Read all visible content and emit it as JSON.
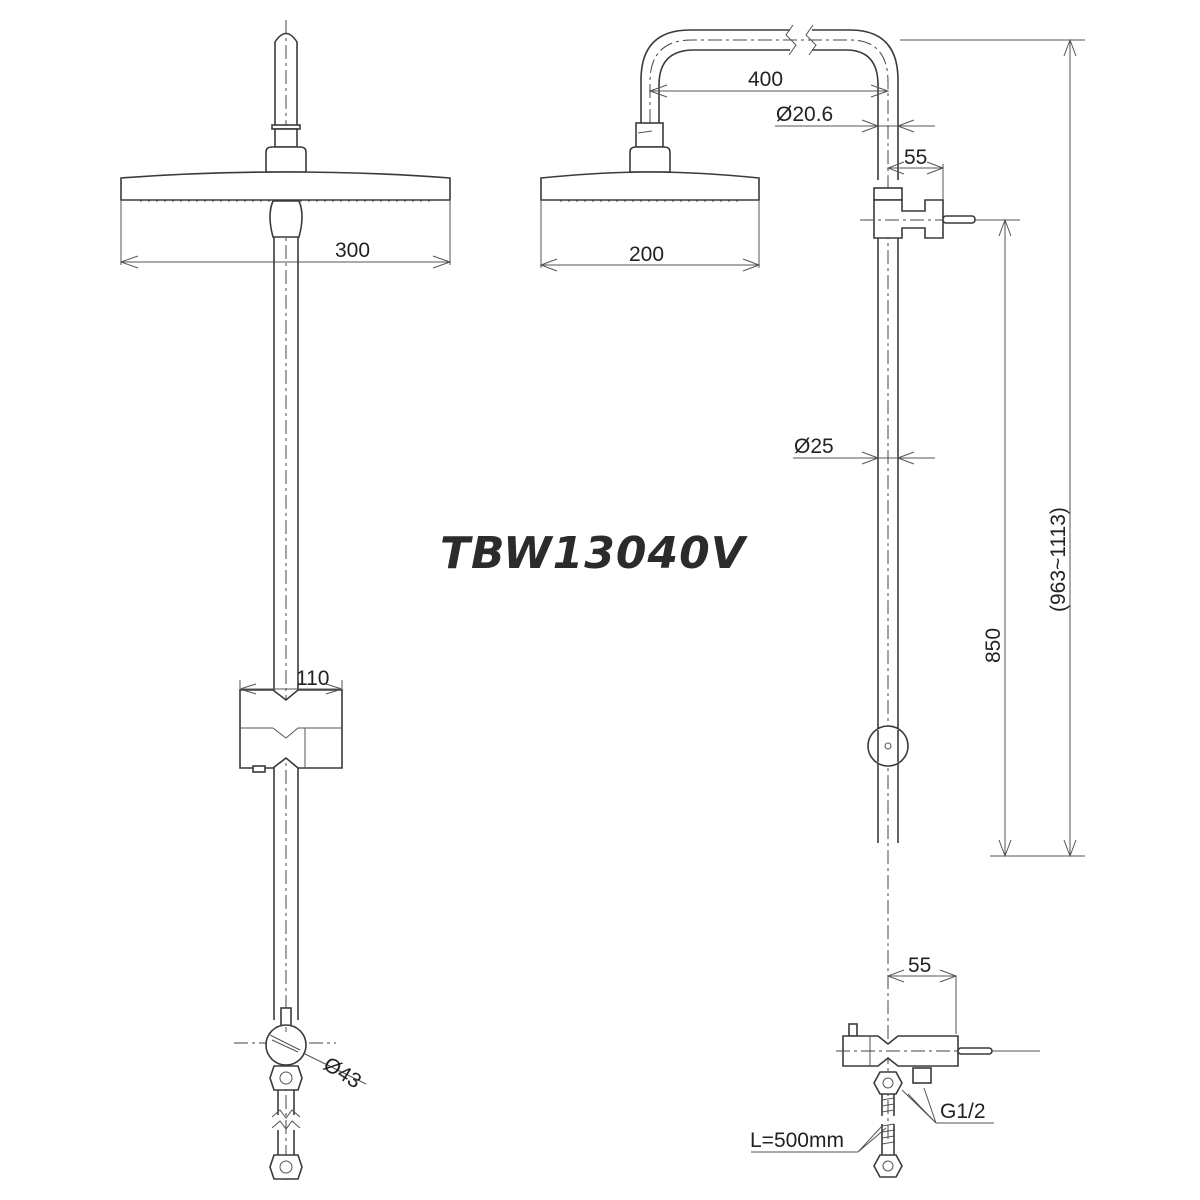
{
  "model": "TBW13040V",
  "front_view": {
    "head_width": "300",
    "holder_width": "110",
    "valve_diameter": "Ø43"
  },
  "side_view": {
    "head_width": "200",
    "arm_reach": "400",
    "arm_diameter": "Ø20.6",
    "upper_bracket_offset": "55",
    "pipe_diameter": "Ø25",
    "lower_offset": "55",
    "bracket_spacing": "850",
    "total_height": "(963~1113)",
    "inlet_thread": "G1/2",
    "hose_length": "L=500mm"
  },
  "colors": {
    "line": "#3a3a3a",
    "text": "#222222",
    "background": "#ffffff"
  }
}
